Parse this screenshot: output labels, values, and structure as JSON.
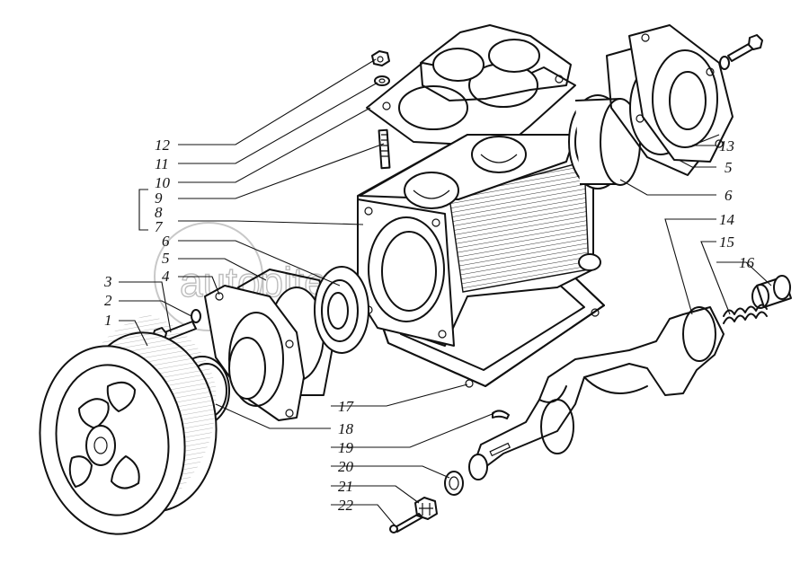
{
  "diagram": {
    "part_labels": [
      "1",
      "2",
      "3",
      "4",
      "5",
      "6",
      "7",
      "8",
      "9",
      "10",
      "11",
      "12",
      "13",
      "5",
      "6",
      "14",
      "15",
      "16",
      "17",
      "18",
      "19",
      "20",
      "21",
      "22"
    ],
    "watermark": "autopiter.ru"
  },
  "colors": {
    "ink": "#111111",
    "paper": "#ffffff",
    "watermark": "#bdbdbd"
  }
}
